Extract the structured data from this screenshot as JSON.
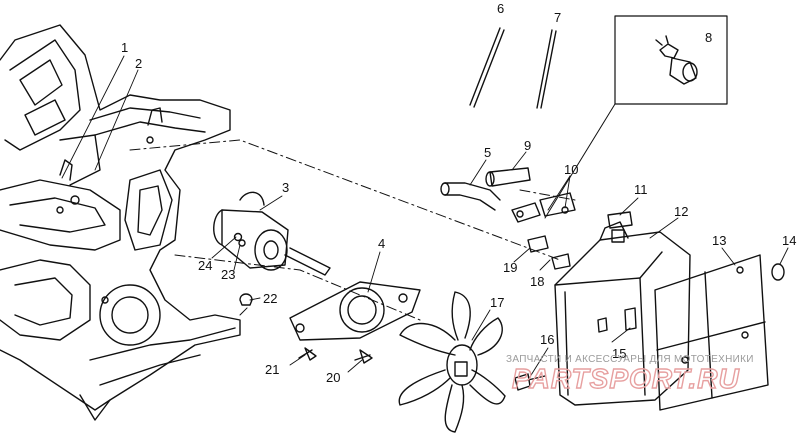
{
  "callouts": [
    "1",
    "2",
    "3",
    "4",
    "5",
    "6",
    "7",
    "8",
    "9",
    "10",
    "11",
    "12",
    "13",
    "14",
    "15",
    "16",
    "17",
    "18",
    "19",
    "20",
    "21",
    "22",
    "23",
    "24"
  ],
  "watermark": {
    "caption": "ЗАПЧАСТИ И АКСЕССУАРЫ ДЛЯ МОТОТЕХНИКИ",
    "brand": "PARTSPORT.RU"
  },
  "colors": {
    "line": "#111111",
    "watermark": "#e7a0a0",
    "caption": "#9a9a9a"
  }
}
